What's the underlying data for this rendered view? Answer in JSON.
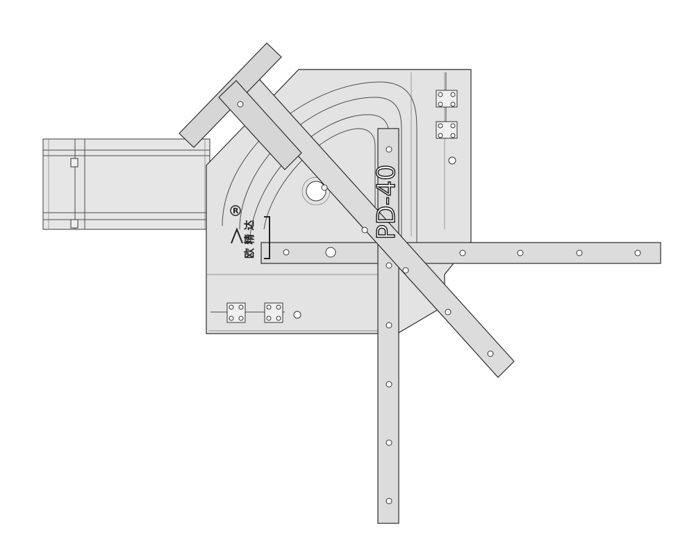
{
  "model_label": "PD-40",
  "brand_label": "欧 精 达",
  "registered_mark": "R"
}
